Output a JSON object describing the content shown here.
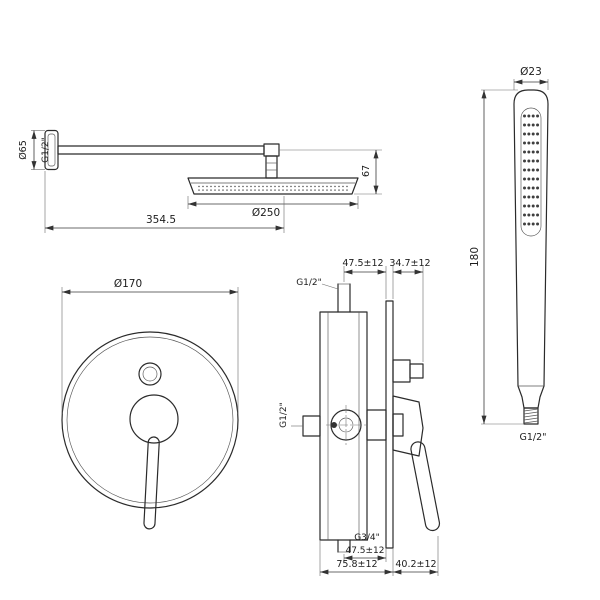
{
  "drawing": {
    "shower_arm": {
      "flange_diameter": "Ø65",
      "flange_thread": "G1/2\"",
      "head_diameter": "Ø250",
      "head_height": "67",
      "arm_length": "354.5"
    },
    "mixer_plate": {
      "diameter": "Ø170"
    },
    "mixer_valve": {
      "dim_top_left": "47.5±12",
      "dim_top_right": "34.7±12",
      "thread_top": "G1/2\"",
      "thread_side": "G1/2\"",
      "thread_bottom": "G3/4\"",
      "dim_bottom_inner": "47.5±12",
      "dim_bottom_left": "75.8±12",
      "dim_bottom_right": "40.2±12"
    },
    "hand_shower": {
      "head_diameter": "Ø23",
      "body_length": "180",
      "thread": "G1/2\""
    }
  }
}
